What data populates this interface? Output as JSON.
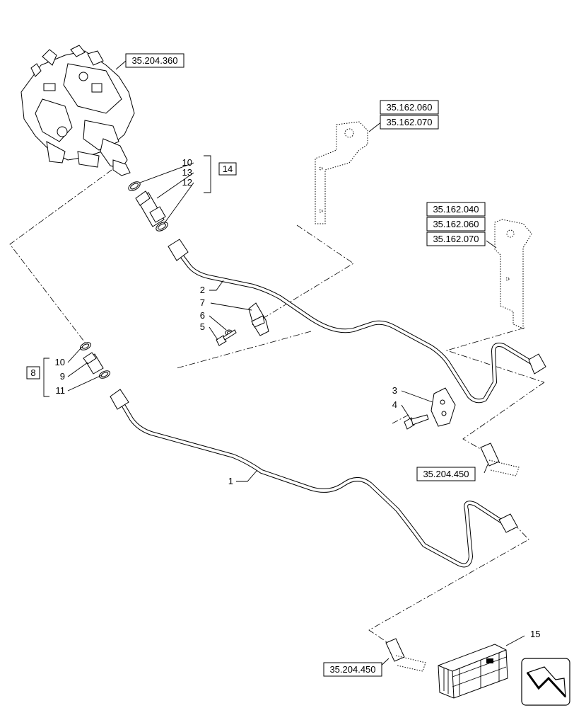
{
  "references": {
    "pump_ref": "35.204.360",
    "bracket_upper_ref_1": "35.162.060",
    "bracket_upper_ref_2": "35.162.070",
    "bracket_lower_ref_1": "35.162.040",
    "bracket_lower_ref_2": "35.162.060",
    "bracket_lower_ref_3": "35.162.070",
    "line_ref_upper": "35.204.450",
    "line_ref_lower": "35.204.450"
  },
  "callouts": {
    "c1": "1",
    "c2": "2",
    "c3": "3",
    "c4": "4",
    "c5": "5",
    "c6": "6",
    "c7": "7",
    "kit_top_10": "10",
    "kit_top_13": "13",
    "kit_top_12": "12",
    "kit_top_group": "14",
    "kit_bottom_10": "10",
    "kit_bottom_9": "9",
    "kit_bottom_11": "11",
    "kit_bottom_group": "8",
    "c15": "15"
  },
  "icons": {
    "nav": "arrow-next-icon",
    "kit_box": "parts-crate-icon"
  }
}
